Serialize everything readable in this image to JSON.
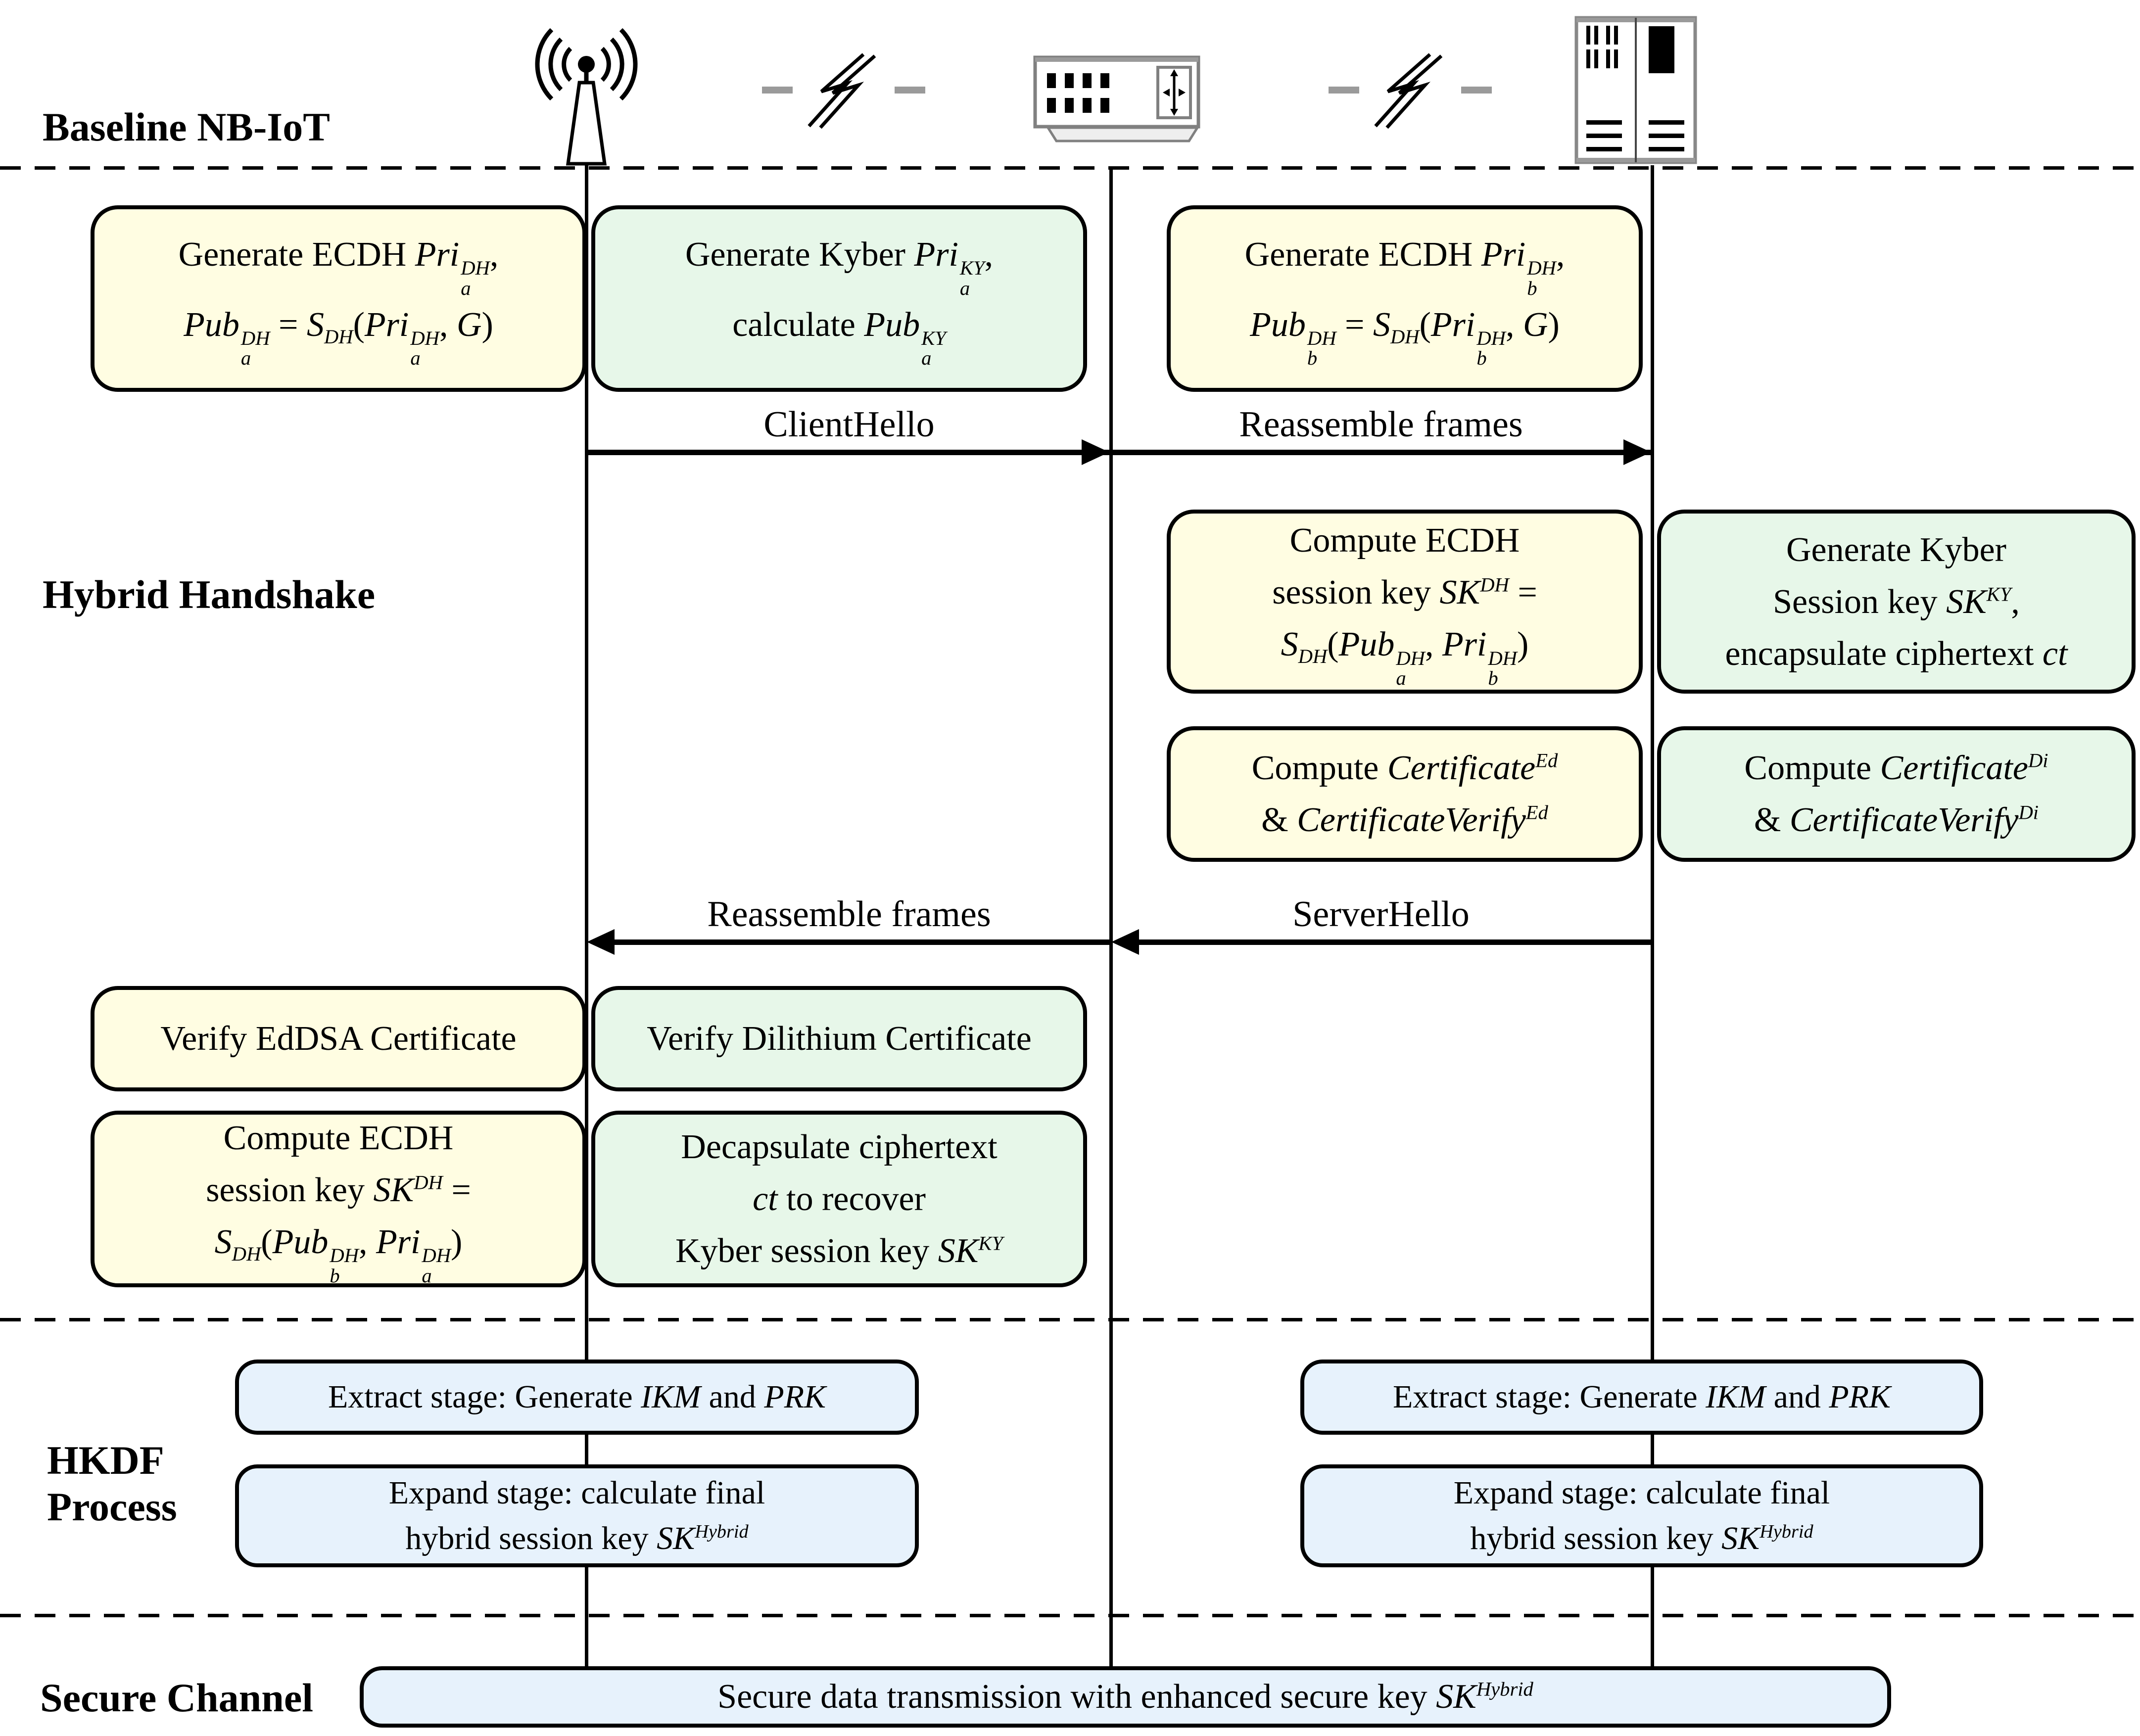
{
  "sections": {
    "baseline": "Baseline NB-IoT",
    "handshake": "Hybrid Handshake",
    "hkdf": "HKDF\nProcess",
    "secure": "Secure Channel"
  },
  "icons": {
    "base_station": "base-station-antenna",
    "link_left": "wireless-link",
    "router": "router-switch",
    "link_right": "wireless-link",
    "server": "server-rack"
  },
  "messages": {
    "client_hello": "ClientHello",
    "reassemble_right": "Reassemble frames",
    "server_hello": "ServerHello",
    "reassemble_left": "Reassemble frames"
  },
  "boxes": {
    "ue_gen_ecdh": "Generate ECDH *Pri*_{a}^{DH},\n*Pub*_{a}^{DH} = *S*_{DH}(*Pri*_{a}^{DH}, *G*)",
    "ue_gen_kyber": "Generate Kyber *Pri*_{a}^{KY},\ncalculate *Pub*_{a}^{KY}",
    "sv_gen_ecdh": "Generate ECDH *Pri*_{b}^{DH},\n*Pub*_{b}^{DH} = *S*_{DH}(*Pri*_{b}^{DH}, *G*)",
    "sv_ecdh_sk": "Compute ECDH\nsession key *SK*^{DH} =\n*S*_{DH}(*Pub*_{a}^{DH}, *Pri*_{b}^{DH})",
    "sv_kyber_sk": "Generate Kyber\nSession key *SK*^{KY},\nencapsulate ciphertext *ct*",
    "sv_cert_ed": "Compute *Certificate*^{Ed}\n& *CertificateVerify*^{Ed}",
    "sv_cert_di": "Compute *Certificate*^{Di}\n& *CertificateVerify*^{Di}",
    "ue_verify_ed": "Verify EdDSA Certificate",
    "ue_verify_di": "Verify Dilithium Certificate",
    "ue_ecdh_sk": "Compute ECDH\nsession key *SK*^{DH} =\n*S*_{DH}(*Pub*_{b}^{DH}, *Pri*_{a}^{DH})",
    "ue_decap": "Decapsulate ciphertext\n*ct* to recover\nKyber session key *SK*^{KY}",
    "secure_transmission": "Secure data transmission with enhanced secure key *SK*^{Hybrid}"
  },
  "hkdf": {
    "extract": "Extract stage: Generate *IKM* and *PRK*",
    "expand": "Expand stage: calculate final\nhybrid session key *SK*^{Hybrid}"
  },
  "colors": {
    "box_yellow": "#FFFDE2",
    "box_green": "#E7F7E9",
    "box_blue": "#E7F2FC",
    "line": "#000000"
  }
}
